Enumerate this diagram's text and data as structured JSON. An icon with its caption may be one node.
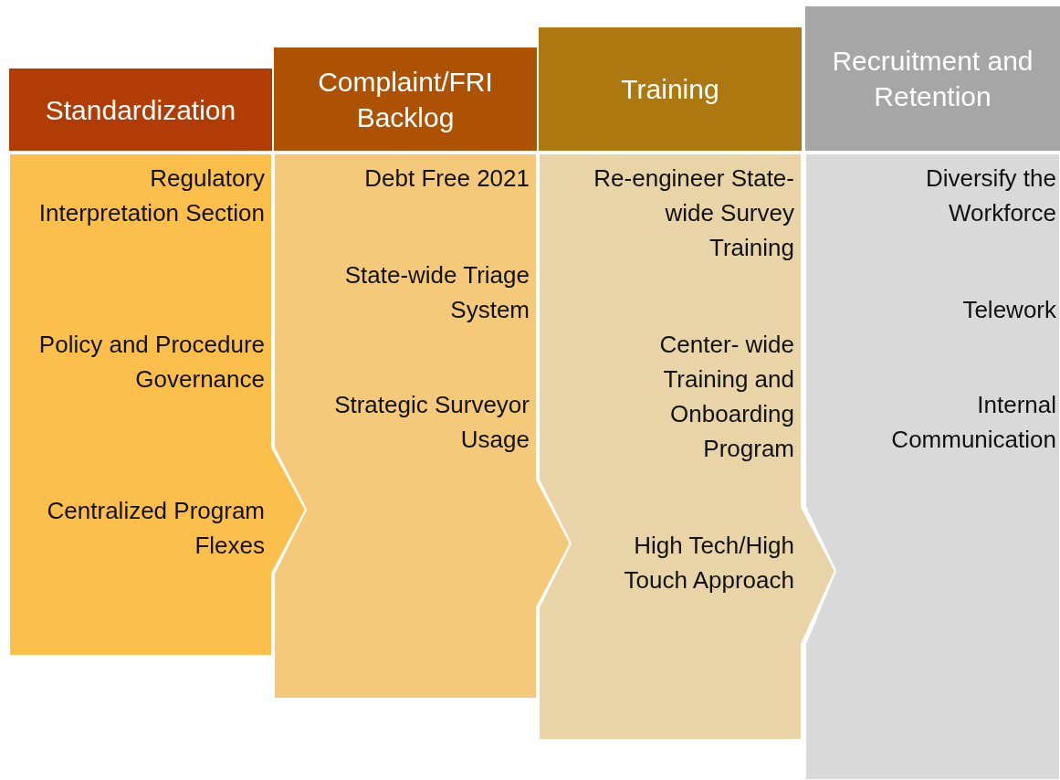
{
  "diagram": {
    "nodes": [
      {
        "text": [
          "Standardization"
        ]
      },
      {
        "text": [
          "Regulatory Interpretation Section",
          "Policy and Procedure Governance",
          "Centralized Program Flexes"
        ]
      },
      {
        "text": [
          "Complaint/FRI Backlog"
        ]
      },
      {
        "text": [
          "Debt Free 2021",
          "State-wide Triage System",
          "Strategic Surveyor Usage"
        ]
      },
      {
        "text": [
          "Training"
        ]
      },
      {
        "text": [
          "Re-engineer State-wide Survey Training",
          "Center- wide Training and Onboarding Program",
          "High Tech/High Touch Approach"
        ]
      },
      {
        "text": [
          "Recruitment and Retention"
        ]
      },
      {
        "text": [
          "Diversify the Workforce",
          "Telework",
          "Internal Communication"
        ]
      }
    ]
  }
}
